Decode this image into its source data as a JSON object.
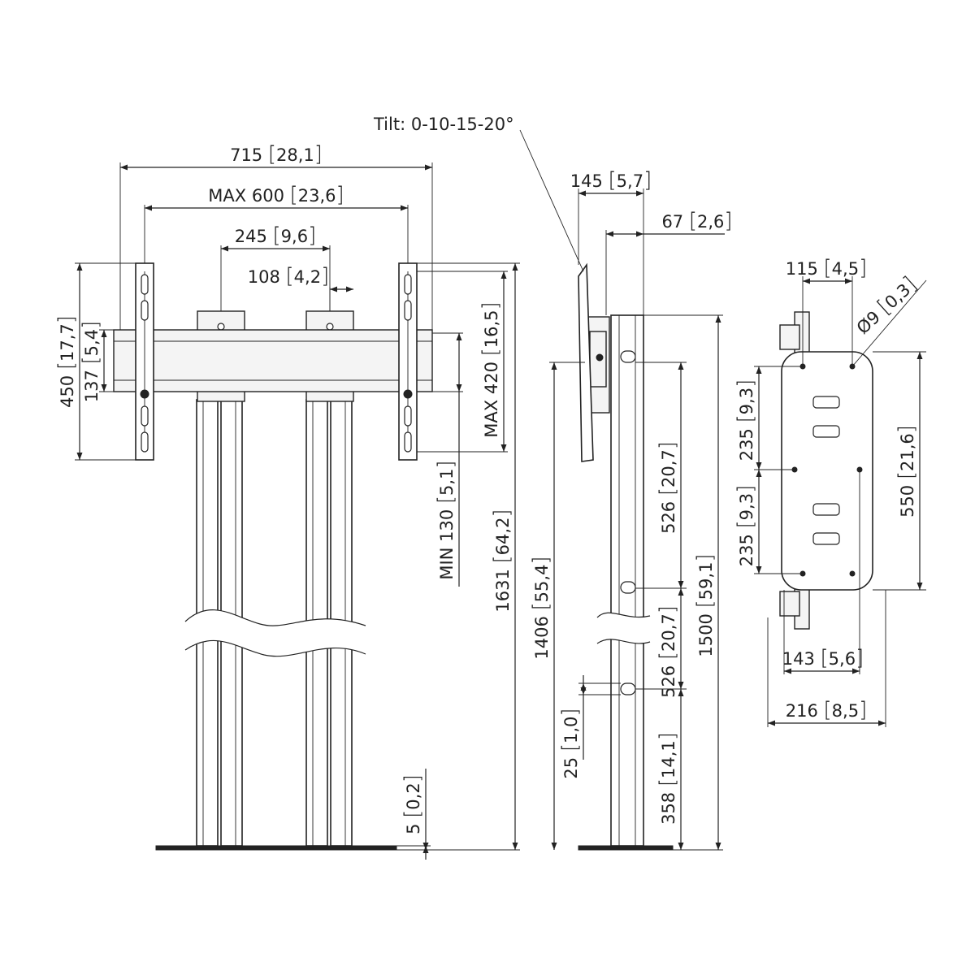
{
  "tilt_label": "Tilt: 0-10-15-20°",
  "front": {
    "w715": {
      "num": "715",
      "alt": "28,1"
    },
    "max600": {
      "num": "MAX 600",
      "alt": "23,6"
    },
    "w245": {
      "num": "245",
      "alt": "9,6"
    },
    "w108": {
      "num": "108",
      "alt": "4,2"
    },
    "h450": {
      "num": "450",
      "alt": "17,7"
    },
    "h137": {
      "num": "137",
      "alt": "5,4"
    },
    "max420": {
      "num": "MAX 420",
      "alt": "16,5"
    },
    "min130": {
      "num": "MIN 130",
      "alt": "5,1"
    },
    "h1631": {
      "num": "1631",
      "alt": "64,2"
    },
    "h5": {
      "num": "5",
      "alt": "0,2"
    }
  },
  "side": {
    "d145": {
      "num": "145",
      "alt": "5,7"
    },
    "d67": {
      "num": "67",
      "alt": "2,6"
    },
    "h1406": {
      "num": "1406",
      "alt": "55,4"
    },
    "h526a": {
      "num": "526",
      "alt": "20,7"
    },
    "h526b": {
      "num": "526",
      "alt": "20,7"
    },
    "h1500": {
      "num": "1500",
      "alt": "59,1"
    },
    "h25": {
      "num": "25",
      "alt": "1,0"
    },
    "h358": {
      "num": "358",
      "alt": "14,1"
    }
  },
  "plate": {
    "w115": {
      "num": "115",
      "alt": "4,5"
    },
    "dia9": {
      "num": "Ø9",
      "alt": "0,3"
    },
    "h235a": {
      "num": "235",
      "alt": "9,3"
    },
    "h235b": {
      "num": "235",
      "alt": "9,3"
    },
    "h550": {
      "num": "550",
      "alt": "21,6"
    },
    "w143": {
      "num": "143",
      "alt": "5,6"
    },
    "w216": {
      "num": "216",
      "alt": "8,5"
    }
  }
}
